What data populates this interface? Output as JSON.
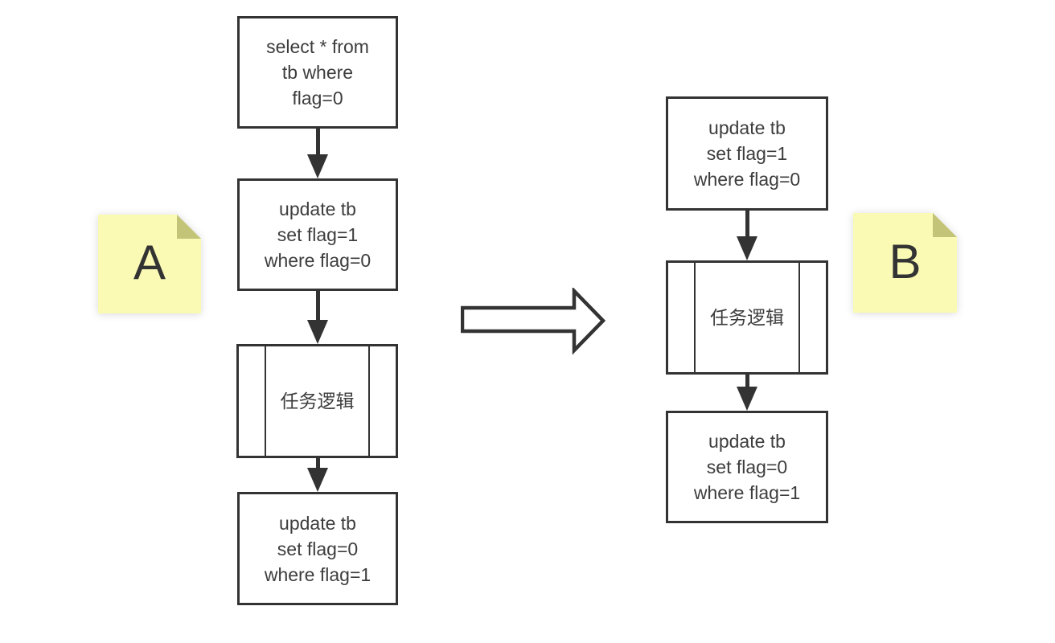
{
  "colors": {
    "background": "#ffffff",
    "stroke": "#333333",
    "text": "#3d3d3d",
    "shape_fill": "#ffffff",
    "note_fill": "#fafab4",
    "note_fold": "#c3c478"
  },
  "notes": {
    "a": {
      "label": "A"
    },
    "b": {
      "label": "B"
    }
  },
  "flow_a": {
    "steps": [
      {
        "shape": "process",
        "text": "select * from\ntb where\nflag=0"
      },
      {
        "shape": "process",
        "text": "update tb\nset flag=1\nwhere flag=0"
      },
      {
        "shape": "predefined_process",
        "text": "任务逻辑"
      },
      {
        "shape": "process",
        "text": "update tb\nset flag=0\nwhere flag=1"
      }
    ]
  },
  "flow_b": {
    "steps": [
      {
        "shape": "process",
        "text": "update tb\nset flag=1\nwhere flag=0"
      },
      {
        "shape": "predefined_process",
        "text": "任务逻辑"
      },
      {
        "shape": "process",
        "text": "update tb\nset flag=0\nwhere flag=1"
      }
    ]
  }
}
